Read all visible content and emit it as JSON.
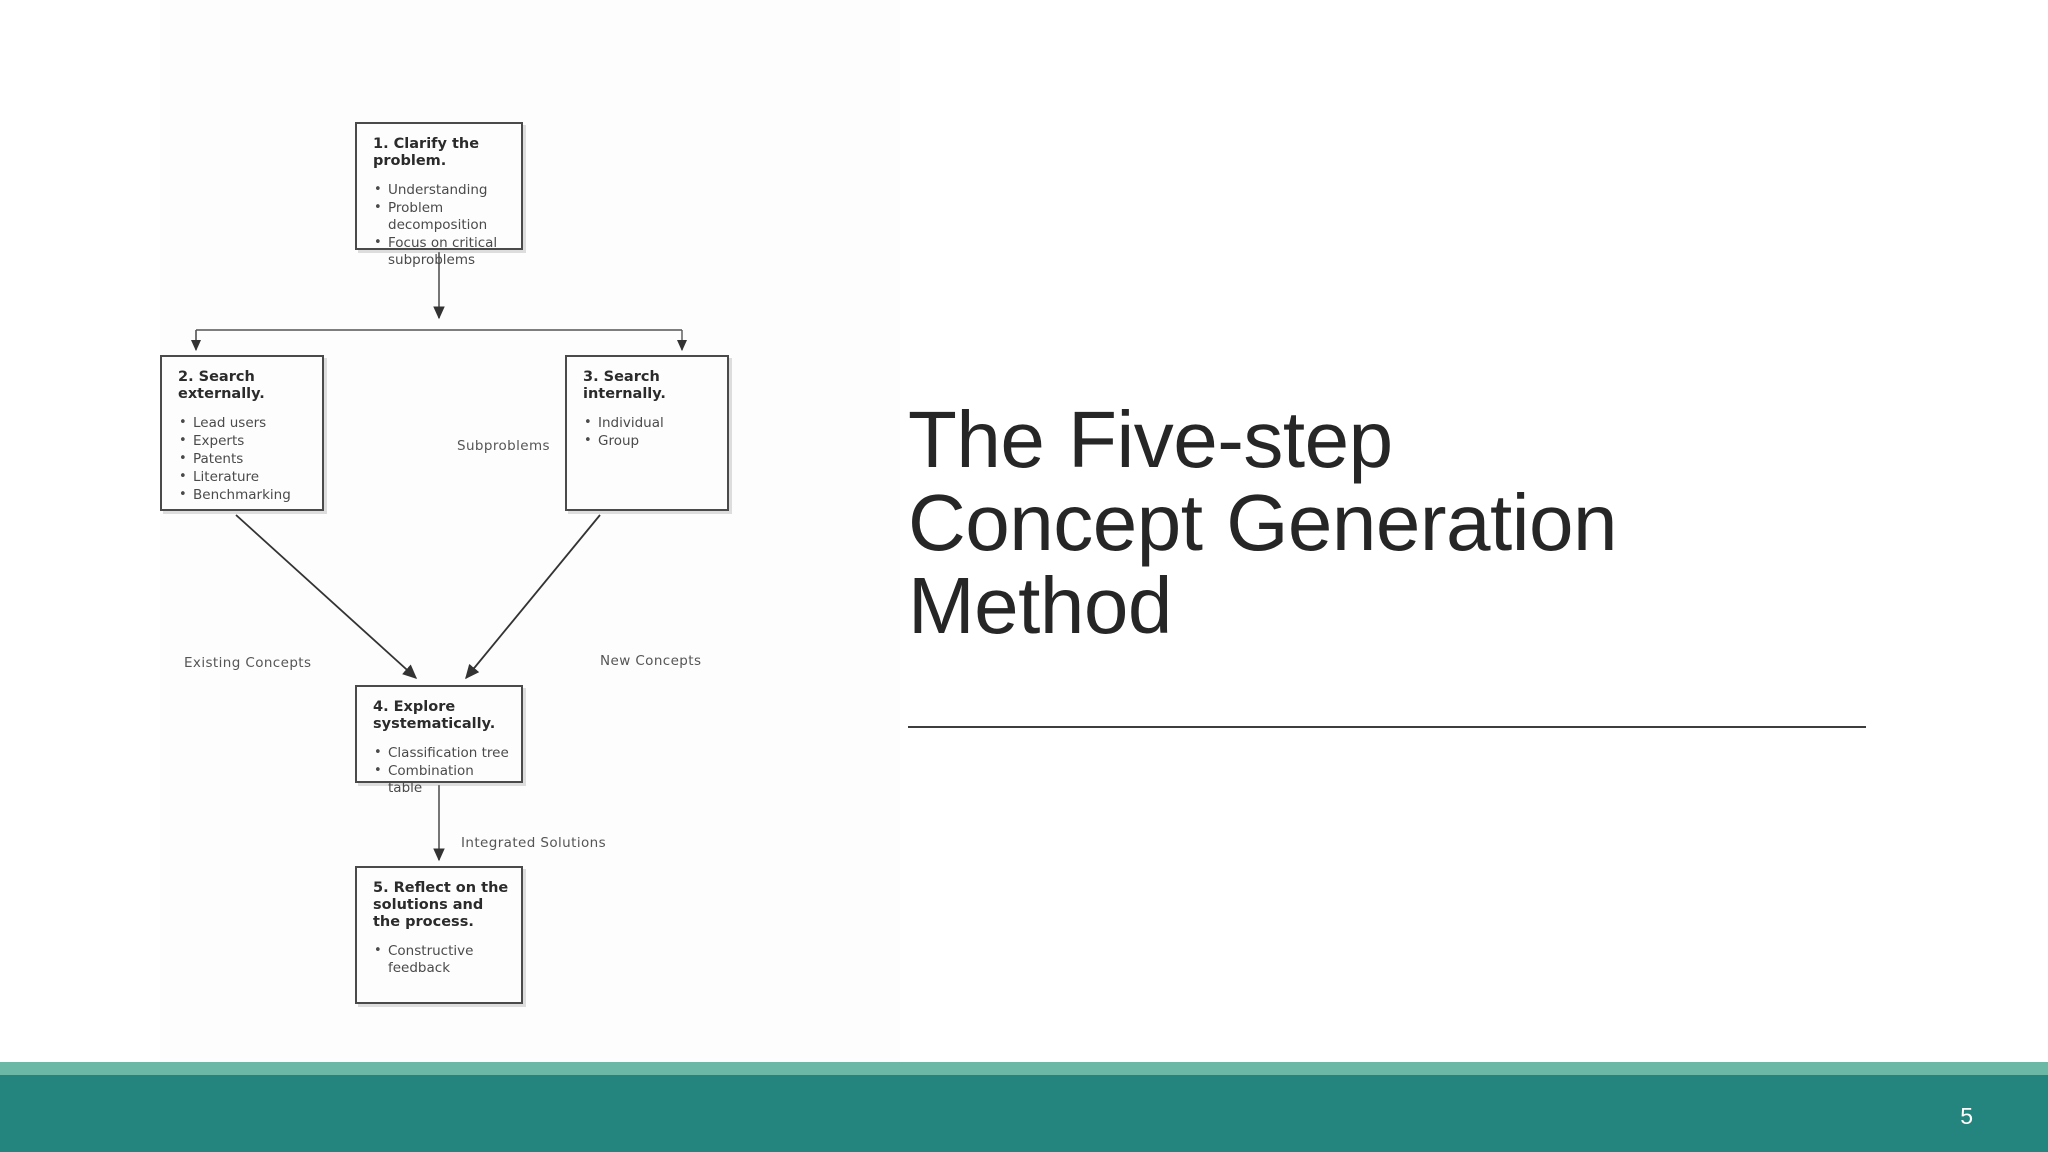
{
  "slide": {
    "page_number": "5",
    "title_line_1": "The Five-step",
    "title_line_2": "Concept Generation",
    "title_line_3": "Method",
    "title_full": "The Five-step Concept Generation Method"
  },
  "colors": {
    "footer_light_band": "#6cb8a6",
    "footer_dark_band": "#24857f",
    "title_text": "#262626",
    "diagram_box_border": "#4a4a4a",
    "diagram_text": "#4a4a4a"
  },
  "diagram": {
    "type": "flowchart",
    "nodes": [
      {
        "id": "box1",
        "title": "1. Clarify the\n     problem.",
        "items": [
          "Understanding",
          "Problem\ndecomposition",
          "Focus on critical\nsubproblems"
        ]
      },
      {
        "id": "box2",
        "title": "2. Search\n    externally.",
        "items": [
          "Lead users",
          "Experts",
          "Patents",
          "Literature",
          "Benchmarking"
        ]
      },
      {
        "id": "box3",
        "title": "3. Search\n    internally.",
        "items": [
          "Individual",
          "Group"
        ]
      },
      {
        "id": "box4",
        "title": "4. Explore\n    systematically.",
        "items": [
          "Classification tree",
          "Combination table"
        ]
      },
      {
        "id": "box5",
        "title": "5. Reflect on the\n    solutions and\n    the process.",
        "items": [
          "Constructive\nfeedback"
        ]
      }
    ],
    "edge_labels": {
      "subproblems": "Subproblems",
      "existing_concepts": "Existing Concepts",
      "new_concepts": "New Concepts",
      "integrated_solutions": "Integrated Solutions"
    }
  }
}
